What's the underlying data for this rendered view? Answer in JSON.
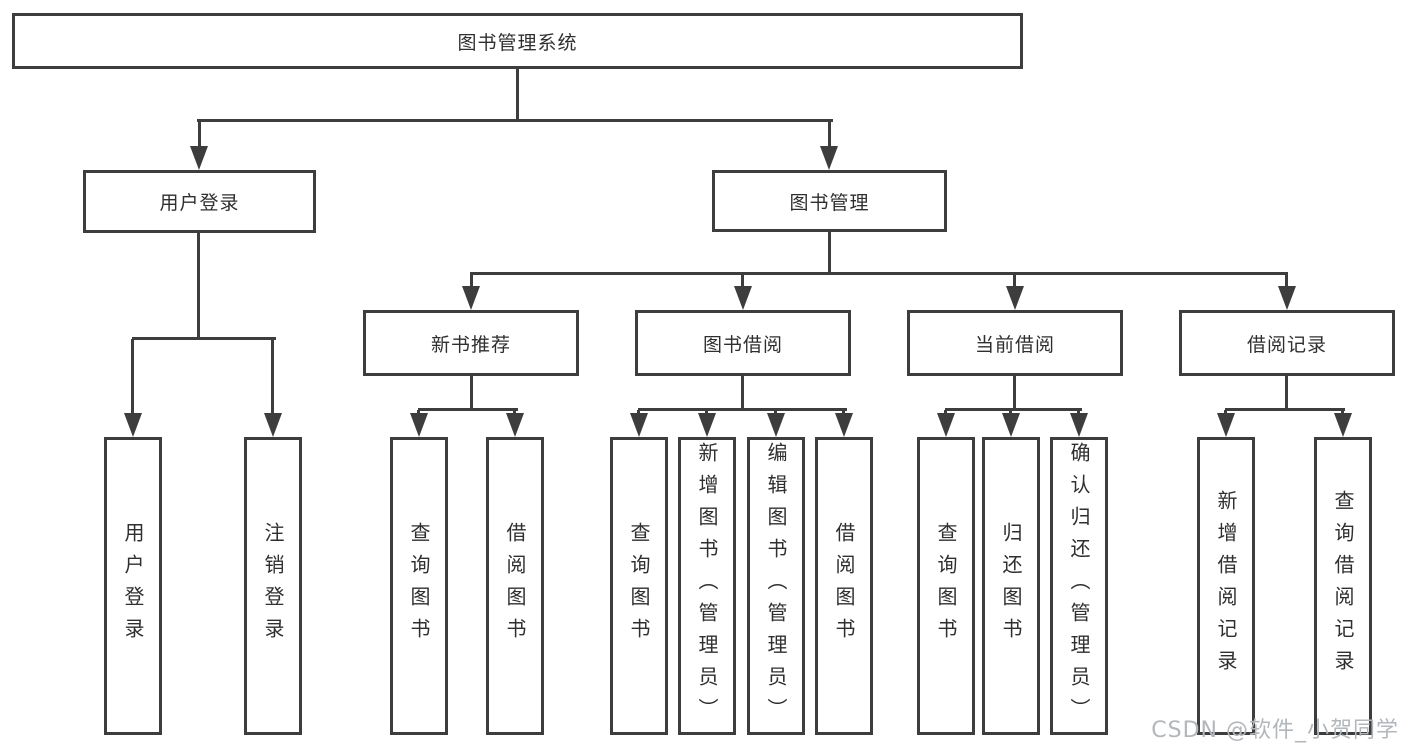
{
  "diagram_type": "tree",
  "tree": {
    "root": "图书管理系统",
    "children": [
      {
        "label": "用户登录",
        "children": [
          {
            "label": "用户登录"
          },
          {
            "label": "注销登录"
          }
        ]
      },
      {
        "label": "图书管理",
        "children": [
          {
            "label": "新书推荐",
            "children": [
              {
                "label": "查询图书"
              },
              {
                "label": "借阅图书"
              }
            ]
          },
          {
            "label": "图书借阅",
            "children": [
              {
                "label": "查询图书"
              },
              {
                "label": "新增图书（管理员）"
              },
              {
                "label": "编辑图书（管理员）"
              },
              {
                "label": "借阅图书"
              }
            ]
          },
          {
            "label": "当前借阅",
            "children": [
              {
                "label": "查询图书"
              },
              {
                "label": "归还图书"
              },
              {
                "label": "确认归还（管理员）"
              }
            ]
          },
          {
            "label": "借阅记录",
            "children": [
              {
                "label": "新增借阅记录"
              },
              {
                "label": "查询借阅记录"
              }
            ]
          }
        ]
      }
    ]
  },
  "watermark": {
    "text": "CSDN @软件_小贺同学"
  },
  "colors": {
    "line": "#3d3d3d",
    "text": "#2f2f2f",
    "watermark": "#b2b7bc",
    "background": "#ffffff"
  }
}
